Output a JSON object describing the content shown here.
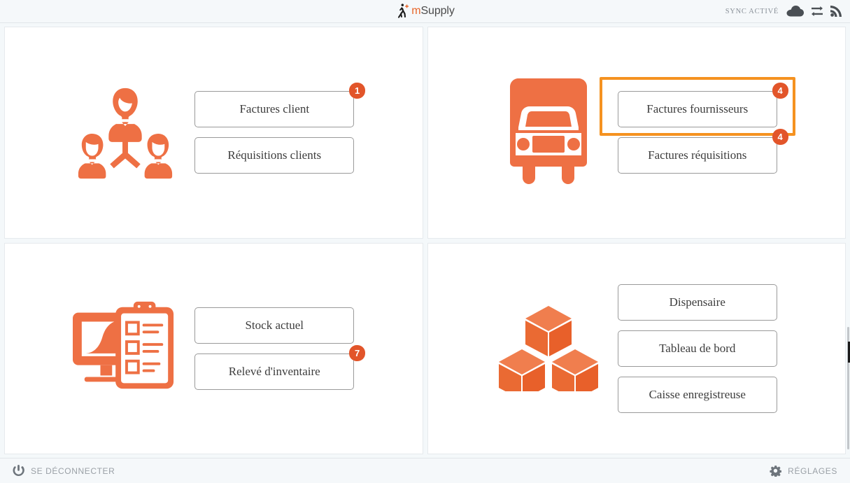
{
  "header": {
    "logo_text_m": "m",
    "logo_text_rest": "Supply",
    "logo_icon": "running-person-icon",
    "sync_label": "SYNC ACTIVÉ",
    "icons": [
      {
        "name": "cloud-icon"
      },
      {
        "name": "sync-arrows-icon"
      },
      {
        "name": "signal-rss-icon"
      }
    ]
  },
  "panels": [
    {
      "name": "customers",
      "icon": "customers-group-icon",
      "buttons": [
        {
          "name": "customer-invoices",
          "label": "Factures client",
          "badge": "1",
          "highlighted": false
        },
        {
          "name": "customer-requisitions",
          "label": "Réquisitions clients",
          "badge": null,
          "highlighted": false
        }
      ]
    },
    {
      "name": "suppliers",
      "icon": "delivery-truck-icon",
      "buttons": [
        {
          "name": "supplier-invoices",
          "label": "Factures fournisseurs",
          "badge": "4",
          "highlighted": true
        },
        {
          "name": "requisition-invoices",
          "label": "Factures réquisitions",
          "badge": "4",
          "highlighted": false
        }
      ]
    },
    {
      "name": "stock",
      "icon": "monitor-clipboard-icon",
      "buttons": [
        {
          "name": "current-stock",
          "label": "Stock actuel",
          "badge": null,
          "highlighted": false
        },
        {
          "name": "stocktake",
          "label": "Relevé d'inventaire",
          "badge": "7",
          "highlighted": false
        }
      ]
    },
    {
      "name": "modules",
      "icon": "stacked-boxes-icon",
      "buttons": [
        {
          "name": "dispensary",
          "label": "Dispensaire",
          "badge": null,
          "highlighted": false
        },
        {
          "name": "dashboard",
          "label": "Tableau de bord",
          "badge": null,
          "highlighted": false
        },
        {
          "name": "cash-register",
          "label": "Caisse enregistreuse",
          "badge": null,
          "highlighted": false
        }
      ]
    }
  ],
  "footer": {
    "logout_label": "SE DÉCONNECTER",
    "logout_icon": "power-icon",
    "settings_label": "RÉGLAGES",
    "settings_icon": "gear-icon"
  },
  "colors": {
    "accent_orange": "#e8662a",
    "badge_orange": "#e2552a",
    "highlight_orange": "#f59220",
    "page_background": "#f4f8fa",
    "panel_background": "#ffffff"
  }
}
